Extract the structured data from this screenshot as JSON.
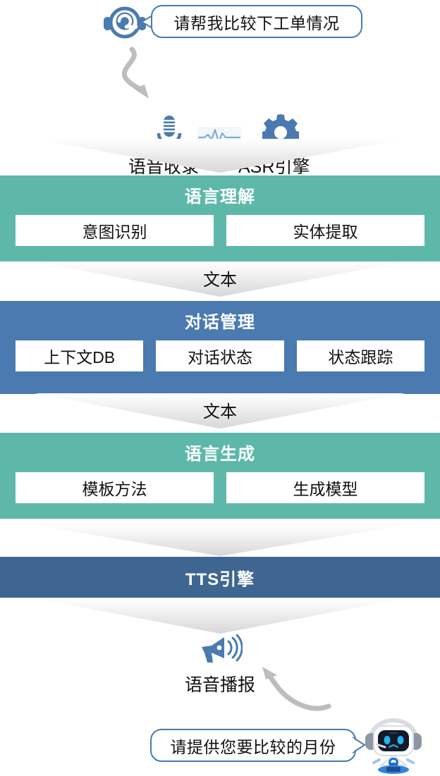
{
  "conversation": {
    "user_message": "请帮我比较下工单情况",
    "bot_message": "请提供您要比较的月份"
  },
  "input_stage": {
    "voice_capture_label": "语音收录",
    "asr_engine_label": "ASR引擎",
    "icons": {
      "headset": "headset-icon",
      "microphone": "microphone-icon",
      "waveform": "waveform-icon",
      "gear": "gear-icon",
      "curved_arrow": "curved-arrow-icon"
    }
  },
  "flow_labels": {
    "text_1": "文本",
    "text_2": "文本"
  },
  "layers": [
    {
      "id": "nlu",
      "title": "语言理解",
      "color": "#5EB8AA",
      "items": [
        "意图识别",
        "实体提取"
      ]
    },
    {
      "id": "dm",
      "title": "对话管理",
      "color": "#4A7AB0",
      "items": [
        "上下文DB",
        "对话状态",
        "状态跟踪"
      ]
    },
    {
      "id": "nlg",
      "title": "语言生成",
      "color": "#5EB8AA",
      "items": [
        "模板方法",
        "生成模型"
      ]
    },
    {
      "id": "tts",
      "title": "TTS引擎",
      "color": "#3F6691",
      "items": []
    }
  ],
  "output_stage": {
    "voice_broadcast_label": "语音播报",
    "icons": {
      "speaker": "speaker-icon",
      "robot": "robot-icon",
      "curved_arrow": "curved-arrow-icon"
    }
  },
  "colors": {
    "teal": "#5EB8AA",
    "blue": "#4A7AB0",
    "dark_blue": "#3F6691",
    "arrow_gray": "#BDBDBD",
    "bubble_border": "#4A7AB0"
  }
}
